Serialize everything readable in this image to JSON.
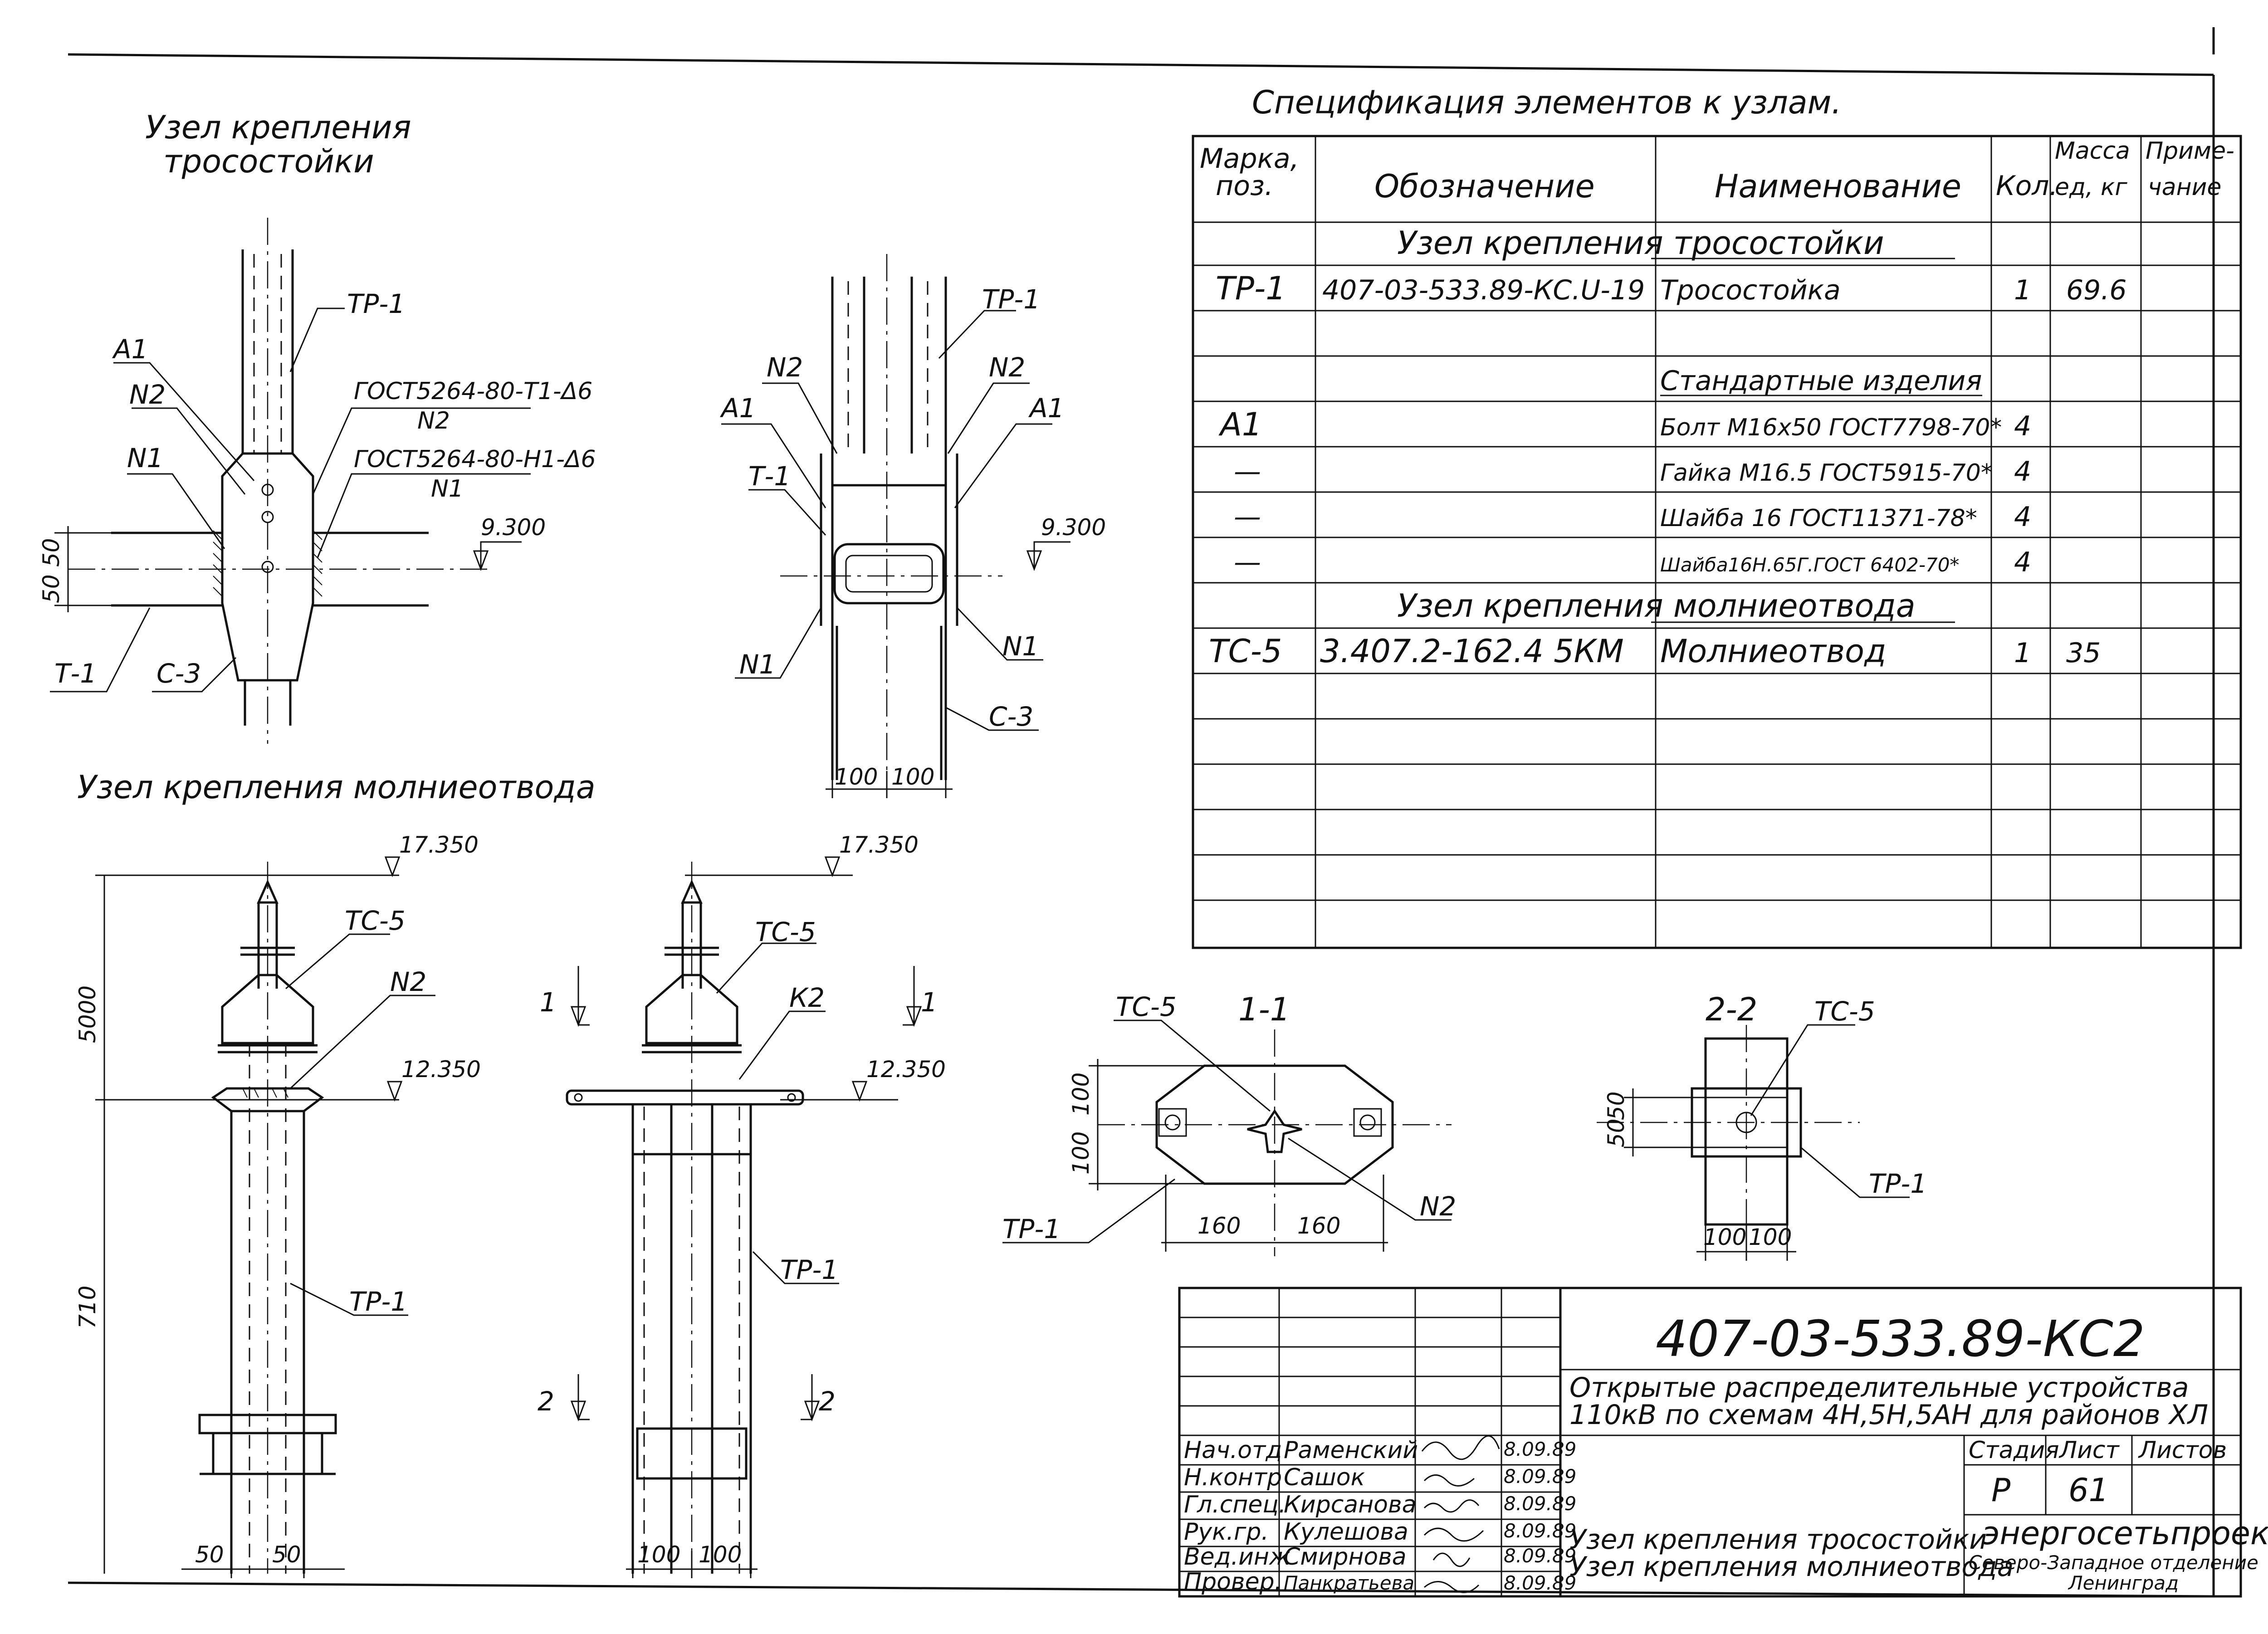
{
  "views": {
    "node1_title": [
      "Узел крепления",
      "тросостойки"
    ],
    "node2_title": "Узел крепления молниеотвода",
    "v1_labels": {
      "tp1": "ТР-1",
      "a1": "А1",
      "n2": "N2",
      "n1": "N1",
      "t1": "Т-1",
      "c3": "С-3",
      "gost1": "ГОСТ5264-80-Т1-Δ6",
      "gost1_sub": "N2",
      "gost2": "ГОСТ5264-80-Н1-Δ6",
      "gost2_sub": "N1",
      "elev": "9.300",
      "d1": "50",
      "d2": "50"
    },
    "v2_labels": {
      "tp1": "ТР-1",
      "n2a": "N2",
      "n2b": "N2",
      "a1a": "А1",
      "a1b": "А1",
      "t1": "Т-1",
      "elev": "9.300",
      "n1a": "N1",
      "n1b": "N1",
      "c3": "С-3",
      "d1": "100",
      "d2": "100"
    },
    "v3_labels": {
      "elev_top": "17.350",
      "elev_mid": "12.350",
      "tc5": "ТС-5",
      "n2": "N2",
      "tp1": "ТР-1",
      "h1": "5000",
      "h2": "710",
      "d1": "50",
      "d2": "50"
    },
    "v4_labels": {
      "elev_top": "17.350",
      "elev_mid": "12.350",
      "tc5": "ТС-5",
      "k2": "К2",
      "tp1": "ТР-1",
      "s1a": "1",
      "s1b": "1",
      "s2a": "2",
      "s2b": "2",
      "d1": "100",
      "d2": "100"
    },
    "sec11": {
      "title": "1-1",
      "tc5": "ТС-5",
      "tp1": "ТР-1",
      "n2": "N2",
      "d1": "100",
      "d2": "100",
      "w1": "160",
      "w2": "160"
    },
    "sec22": {
      "title": "2-2",
      "tc5": "ТС-5",
      "tp1": "ТР-1",
      "h1": "50",
      "h2": "50",
      "w1": "100",
      "w2": "100"
    }
  },
  "spec": {
    "title": "Спецификация элементов к узлам.",
    "headers": {
      "mark": [
        "Марка,",
        "поз."
      ],
      "designation": "Обозначение",
      "name": "Наименование",
      "qty": "Кол.",
      "mass": [
        "Масса",
        "ед, кг"
      ],
      "note": [
        "Приме-",
        "чание"
      ]
    },
    "rows": [
      {
        "mark": "",
        "designation": "",
        "name": "",
        "qty": "",
        "mass": "",
        "section": "Узел крепления тросостойки"
      },
      {
        "mark": "ТР-1",
        "designation": "407-03-533.89-КС.U-19",
        "name": "Тросостойка",
        "qty": "1",
        "mass": "69.6"
      },
      {
        "mark": "",
        "designation": "",
        "name": "",
        "qty": "",
        "mass": ""
      },
      {
        "mark": "",
        "designation": "",
        "name": "Стандартные изделия",
        "qty": "",
        "mass": "",
        "underline": true
      },
      {
        "mark": "А1",
        "designation": "",
        "name": "Болт М16х50 ГОСТ7798-70*",
        "qty": "4",
        "mass": ""
      },
      {
        "mark": "—",
        "designation": "",
        "name": "Гайка М16.5 ГОСТ5915-70*",
        "qty": "4",
        "mass": ""
      },
      {
        "mark": "—",
        "designation": "",
        "name": "Шайба 16 ГОСТ11371-78*",
        "qty": "4",
        "mass": ""
      },
      {
        "mark": "—",
        "designation": "",
        "name": "Шайба16Н.65Г.ГОСТ 6402-70*",
        "qty": "4",
        "mass": ""
      },
      {
        "mark": "",
        "designation": "",
        "name": "",
        "qty": "",
        "mass": "",
        "section": "Узел крепления молниеотвода"
      },
      {
        "mark": "ТС-5",
        "designation": "3.407.2-162.4 5КМ",
        "name": "Молниеотвод",
        "qty": "1",
        "mass": "35"
      }
    ]
  },
  "stamp": {
    "code": "407-03-533.89-КС2",
    "project": [
      "Открытые распределительные устройства",
      "110кВ по схемам 4Н,5Н,5АН для районов ХЛ"
    ],
    "staff": [
      {
        "role": "Нач.отд",
        "name": "Раменский",
        "date": "8.09.89"
      },
      {
        "role": "Н.контр",
        "name": "Сашок",
        "date": "8.09.89"
      },
      {
        "role": "Гл.спец.",
        "name": "Кирсанова",
        "date": "8.09.89"
      },
      {
        "role": "Рук.гр.",
        "name": "Кулешова",
        "date": "8.09.89"
      },
      {
        "role": "Вед.инж",
        "name": "Смирнова",
        "date": "8.09.89"
      },
      {
        "role": "Провер.",
        "name": "Панкратьева",
        "date": "8.09.89"
      }
    ],
    "stage_h": "Стадия",
    "sheet_h": "Лист",
    "sheets_h": "Листов",
    "stage": "Р",
    "sheet": "61",
    "title": [
      "Узел крепления тросостойки",
      "Узел крепления молниеотвода"
    ],
    "org": [
      "энергосетьпроект",
      "Северо-Западное отделение",
      "Ленинград"
    ]
  }
}
